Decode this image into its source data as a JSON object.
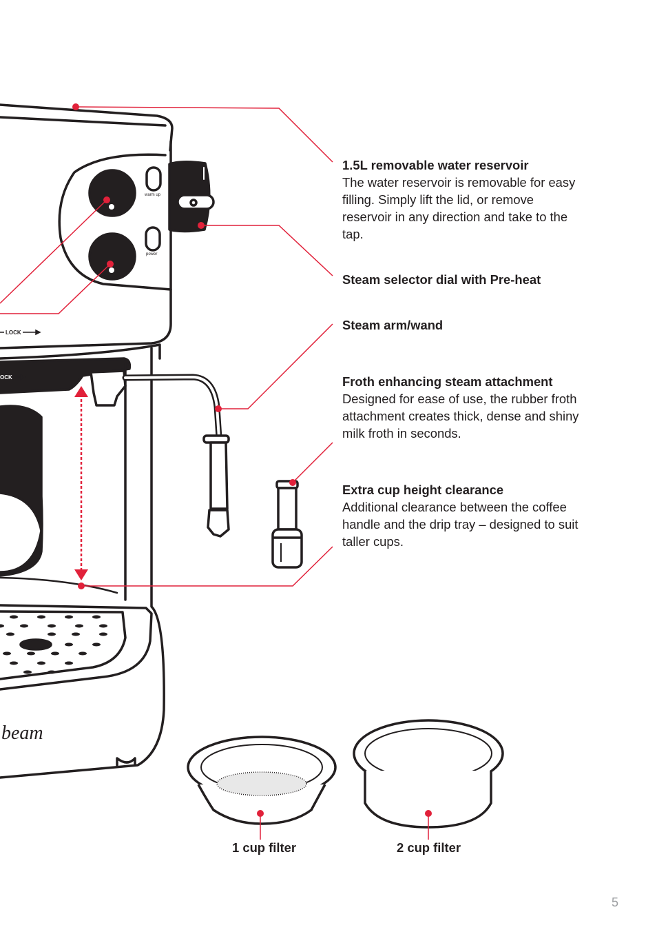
{
  "callouts": [
    {
      "title": "1.5L removable water reservoir",
      "description": "The water reservoir is removable for easy filling. Simply lift the lid, or remove reservoir in any direction and take to the tap."
    },
    {
      "title": "Steam selector dial with Pre-heat",
      "description": ""
    },
    {
      "title": "Steam arm/wand",
      "description": ""
    },
    {
      "title": "Froth enhancing steam attachment",
      "description": "Designed for ease of use, the rubber froth attachment creates thick, dense and shiny milk froth in seconds."
    },
    {
      "title": "Extra cup height clearance",
      "description": "Additional clearance between the coffee handle and the drip tray – designed to suit taller cups."
    }
  ],
  "filters": {
    "one_cup": "1 cup filter",
    "two_cup": "2 cup filter"
  },
  "machine_labels": {
    "warm": "warm up",
    "power": "power",
    "lock1": "LOCK",
    "lock2": "OCK",
    "brand": "beam"
  },
  "page_number": "5",
  "colors": {
    "accent": "#e1213a",
    "ink": "#231f20",
    "page_number": "#9d9fa2"
  }
}
